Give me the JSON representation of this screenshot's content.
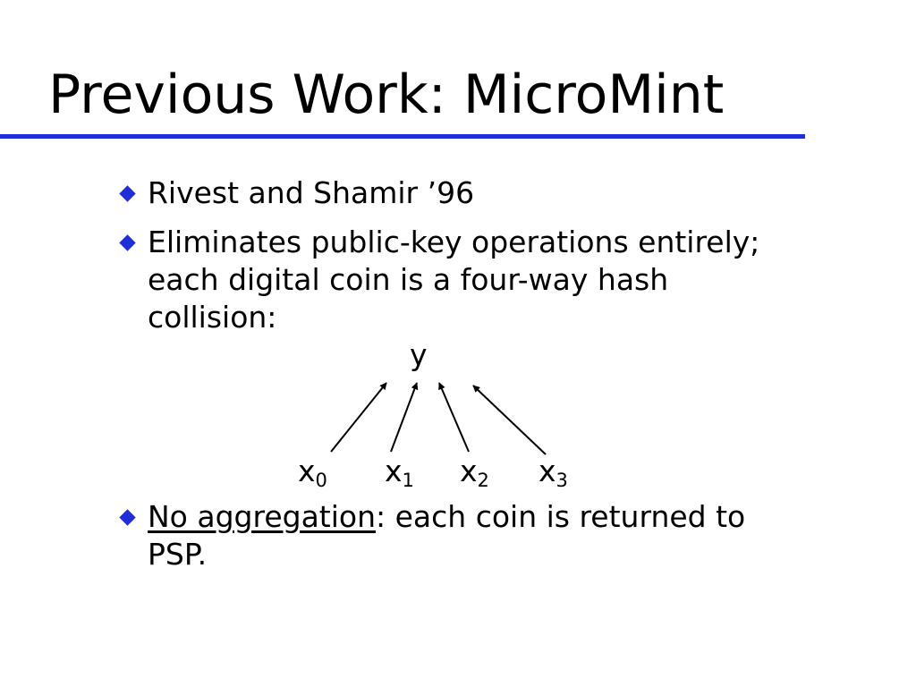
{
  "slide": {
    "title": "Previous Work: MicroMint",
    "rule_color": "#1f2ed6",
    "bullet_color": "#1f2ed6",
    "bullets": [
      {
        "lines": [
          "Rivest and Shamir ’96"
        ]
      },
      {
        "lines": [
          "Eliminates public-key operations entirely;",
          "each digital coin is a four-way hash",
          "collision:"
        ]
      },
      {
        "underlined": "No aggregation",
        "rest": ": each coin is returned to",
        "line2": "PSP."
      }
    ]
  },
  "diagram": {
    "top": "y",
    "leaves": [
      {
        "base": "x",
        "sub": "0"
      },
      {
        "base": "x",
        "sub": "1"
      },
      {
        "base": "x",
        "sub": "2"
      },
      {
        "base": "x",
        "sub": "3"
      }
    ]
  }
}
